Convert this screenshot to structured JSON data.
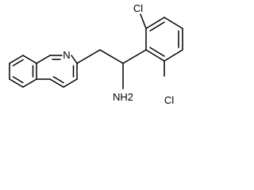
{
  "molecule": {
    "atoms": {
      "N_quinoline": "N",
      "NH2": "NH2",
      "Cl_top": "Cl",
      "Cl_bottom": "Cl"
    },
    "colors": {
      "background": "#ffffff",
      "ink": "#000000"
    }
  }
}
